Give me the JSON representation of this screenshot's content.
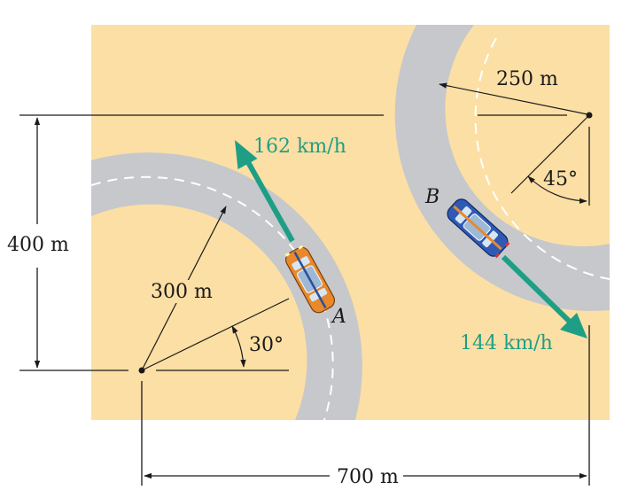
{
  "diagram": {
    "dimensions": {
      "vertical": "400 m",
      "horizontal": "700 m"
    },
    "curve_a": {
      "radius_label": "300 m",
      "angle_label": "30°",
      "car_label": "A",
      "speed_label": "162 km/h"
    },
    "curve_b": {
      "radius_label": "250 m",
      "angle_label": "45°",
      "car_label": "B",
      "speed_label": "144 km/h"
    },
    "colors": {
      "ground": "#FCDFA4",
      "road": "#C6C8CB",
      "speed_arrow": "#1F9E86",
      "car_a": "#E8892B",
      "car_b": "#2F59B5"
    }
  }
}
